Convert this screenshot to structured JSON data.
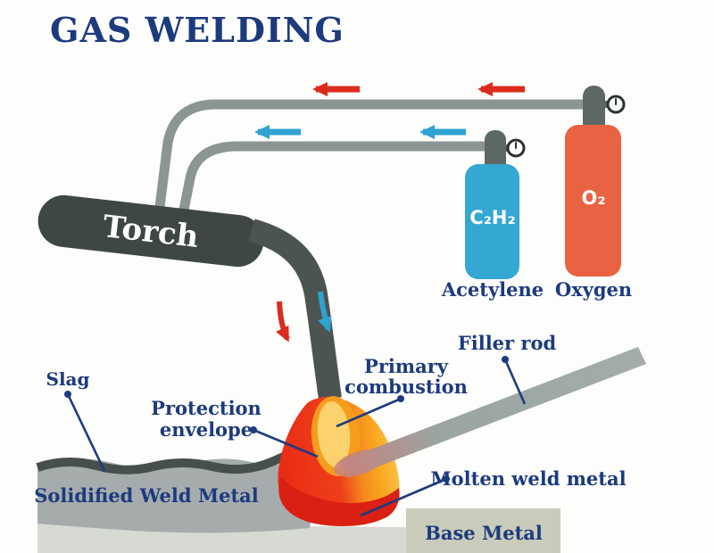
{
  "title": "GAS WELDING",
  "torch": {
    "label": "Torch"
  },
  "cylinders": {
    "acetylene": {
      "formula": "C₂H₂",
      "name": "Acetylene"
    },
    "oxygen": {
      "formula": "O₂",
      "name": "Oxygen"
    }
  },
  "labels": {
    "slag": "Slag",
    "protection_line1": "Protection",
    "protection_line2": "envelope",
    "primary_line1": "Primary",
    "primary_line2": "combustion",
    "filler_rod": "Filler rod",
    "solidified": "Solidified Weld Metal",
    "molten": "Molten weld metal",
    "base_metal": "Base Metal"
  },
  "colors": {
    "navy": "#1c3a7e",
    "arrow_red": "#dc2b1d",
    "arrow_blue": "#2fa3d2",
    "hose": "#8b9593",
    "torch_body": "#3f4745",
    "nozzle": "#4c5452",
    "acetylene_blue": "#35a7d3",
    "oxygen_orange": "#e96342",
    "neck_gray": "#5d6765",
    "flame_red": "#e92c15",
    "flame_orange": "#f79d1e",
    "flame_yellow": "#fbd26e",
    "molten_red": "#d92012",
    "slag_dark": "#474f4d",
    "weld_gray": "#a6acac",
    "ground_light": "#d6dad2",
    "base_metal": "#c9ccba",
    "rod_gray": "#9fa8a6",
    "rod_tip_pink": "#c5857e",
    "background": "#fdfdfb"
  }
}
